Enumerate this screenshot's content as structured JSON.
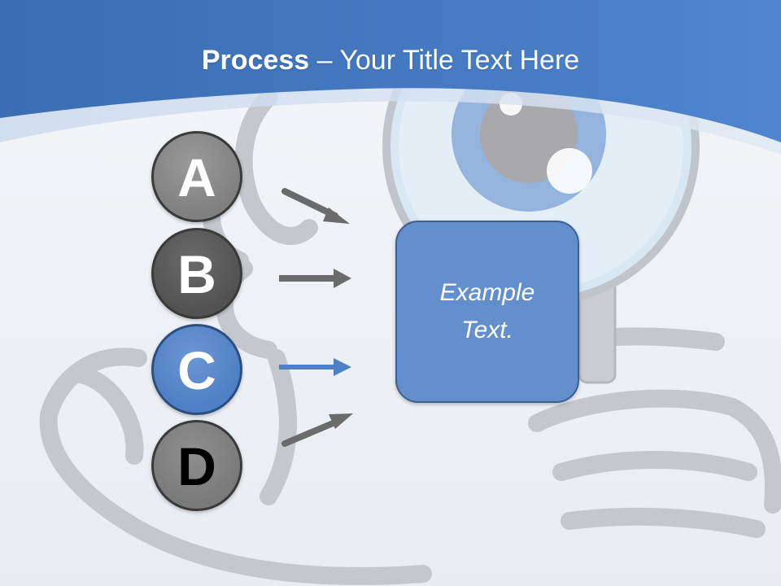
{
  "slide": {
    "title_bold": "Process",
    "title_rest": " – Your Title Text Here",
    "steps": [
      {
        "letter": "A",
        "color": "#808080"
      },
      {
        "letter": "B",
        "color": "#525252"
      },
      {
        "letter": "C",
        "color": "#4f7fc4"
      },
      {
        "letter": "D",
        "color": "#7a7a7a"
      }
    ],
    "box_text": "Example Text.",
    "colors": {
      "header_blue": "#3f74b9",
      "accent_blue": "#4f7fc4",
      "box_blue": "#6390cc",
      "arrow_gray": "#6b6b6b"
    },
    "icons": [
      "magnifying-glass-illustration",
      "hand-illustration",
      "eye-illustration"
    ]
  }
}
